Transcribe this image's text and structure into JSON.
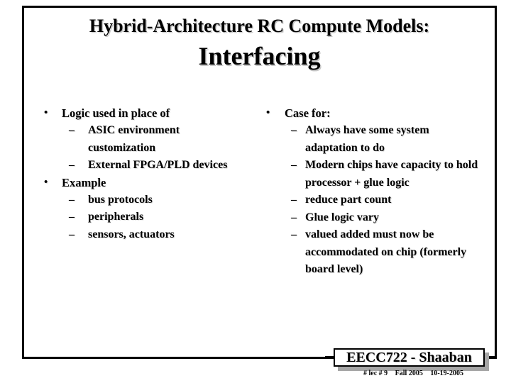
{
  "slide": {
    "title_line1": "Hybrid-Architecture RC Compute Models:",
    "title_line2": "Interfacing",
    "background_color": "#ffffff",
    "text_color": "#000000",
    "frame_color": "#000000",
    "shadow_color": "#c8c8c8"
  },
  "left_column": {
    "items": [
      {
        "level": 1,
        "marker": "•",
        "text": "Logic used in place of"
      },
      {
        "level": 2,
        "marker": "–",
        "text": "ASIC environment customization"
      },
      {
        "level": 2,
        "marker": "–",
        "text": "External FPGA/PLD devices"
      },
      {
        "level": 1,
        "marker": "•",
        "text": "Example"
      },
      {
        "level": 2,
        "marker": "–",
        "text": "bus protocols"
      },
      {
        "level": 2,
        "marker": "–",
        "text": "peripherals"
      },
      {
        "level": 2,
        "marker": "–",
        "text": "sensors, actuators"
      }
    ]
  },
  "right_column": {
    "items": [
      {
        "level": 1,
        "marker": "•",
        "text": "Case for:"
      },
      {
        "level": 2,
        "marker": "–",
        "text": "Always have some system adaptation to do"
      },
      {
        "level": 2,
        "marker": "–",
        "text": "Modern chips have capacity to hold processor + glue logic"
      },
      {
        "level": 2,
        "marker": "–",
        "text": "reduce part count"
      },
      {
        "level": 2,
        "marker": "–",
        "text": "Glue logic vary"
      },
      {
        "level": 2,
        "marker": "–",
        "text": "valued added must now be accommodated on chip (formerly board level)"
      }
    ]
  },
  "footer": {
    "course_label": "EECC722 - Shaaban",
    "lecture": "#  lec # 9",
    "term": "Fall 2005",
    "date": "10-19-2005",
    "shadow_color": "#a6a6a6"
  }
}
